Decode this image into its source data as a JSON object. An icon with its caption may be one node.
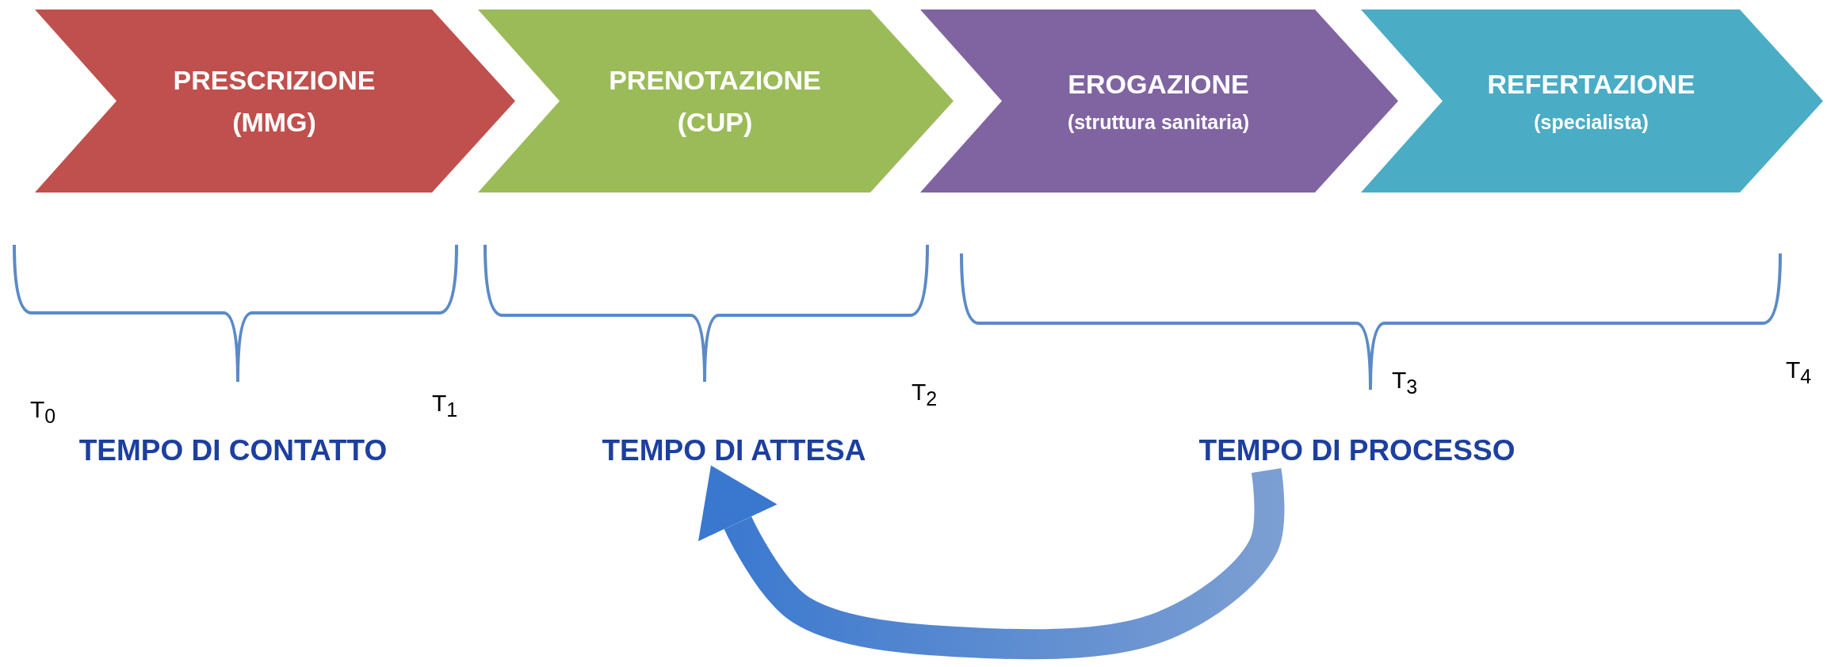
{
  "diagram": {
    "nodes": [
      {
        "text": [
          "PRESCRIZIONE",
          "(MMG)"
        ]
      },
      {
        "text": [
          "PRENOTAZIONE",
          "(CUP)"
        ]
      },
      {
        "text": [
          "EROGAZIONE",
          "(struttura sanitaria)"
        ]
      },
      {
        "text": [
          "REFERTAZIONE",
          "(specialista)"
        ]
      },
      {
        "text": [
          "TEMPO DI CONTATTO"
        ]
      },
      {
        "text": [
          "TEMPO DI ATTESA"
        ]
      },
      {
        "text": [
          "TEMPO DI PROCESSO"
        ]
      }
    ],
    "edges": [
      {
        "from": 6,
        "to": 5,
        "arrow": "to",
        "style": "thick"
      }
    ],
    "labels": [
      "T$_{0}$",
      "T$_{1}$",
      "T$_{2}$",
      "T$_{3}$",
      "T$_{4}$"
    ]
  }
}
